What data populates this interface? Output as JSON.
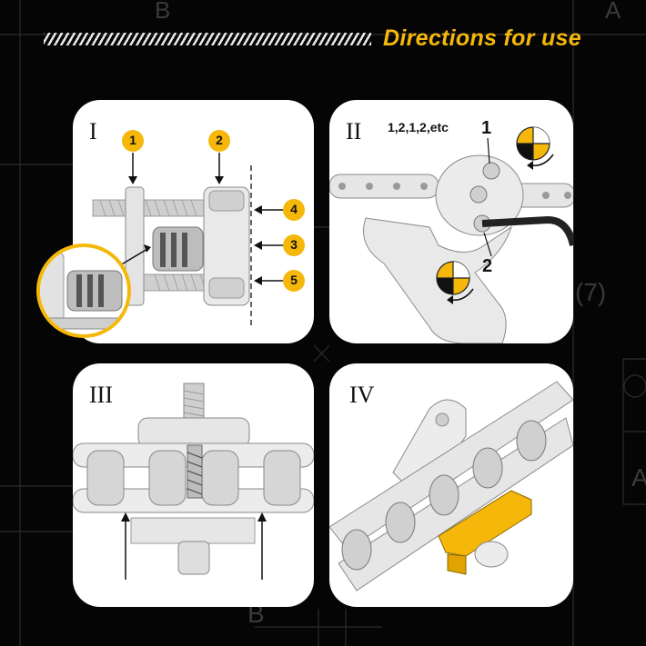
{
  "header": {
    "title": "Directions for use"
  },
  "background": {
    "label_b_top": "B",
    "label_a_top": "A",
    "label_seven": "(7)",
    "label_b_bottom": "B",
    "label_a_right": "A"
  },
  "panels": [
    {
      "numeral": "I",
      "callouts": [
        "1",
        "2",
        "4",
        "3",
        "5"
      ]
    },
    {
      "numeral": "II",
      "sequence": "1,2,1,2,etc",
      "bolt_labels": [
        "1",
        "2"
      ]
    },
    {
      "numeral": "III"
    },
    {
      "numeral": "IV"
    }
  ],
  "colors": {
    "accent": "#f5b80a",
    "background": "#050505",
    "panel": "#ffffff"
  }
}
